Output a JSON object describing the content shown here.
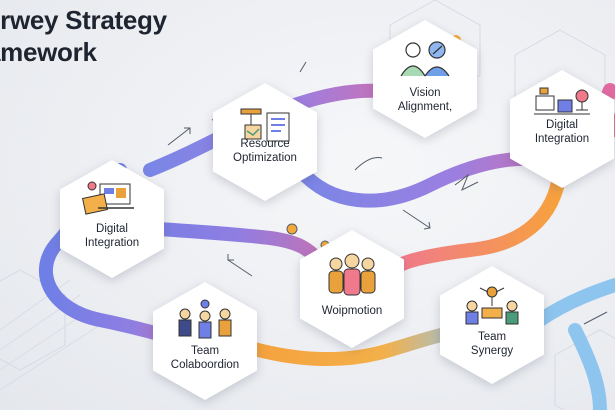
{
  "title": {
    "line1": "erwey Strategy",
    "line2": "amework"
  },
  "nodes": [
    {
      "id": "resource",
      "line1": "Resource",
      "line2": "Optimization",
      "icon": "dashboard-icon"
    },
    {
      "id": "vision",
      "line1": "Vision",
      "line2": "Alignment,",
      "icon": "people-target-icon"
    },
    {
      "id": "digital-right",
      "line1": "Digital",
      "line2": "Integration",
      "icon": "devices-icon"
    },
    {
      "id": "digital-left",
      "line1": "Digital",
      "line2": "Integration",
      "icon": "laptop-icon"
    },
    {
      "id": "woipmotion",
      "line1": "Woipmotion",
      "line2": "",
      "icon": "group-people-icon"
    },
    {
      "id": "team-synergy",
      "line1": "Team",
      "line2": "Synergy",
      "icon": "team-network-icon"
    },
    {
      "id": "team-collab",
      "line1": "Team",
      "line2": "Colaboordion",
      "icon": "team-meeting-icon"
    }
  ],
  "colors": {
    "path_blue": "#6f7fe6",
    "path_purple": "#9a7be0",
    "path_pink": "#e36a9c",
    "path_orange": "#f7a23c",
    "path_light_blue": "#8ec5ee"
  }
}
